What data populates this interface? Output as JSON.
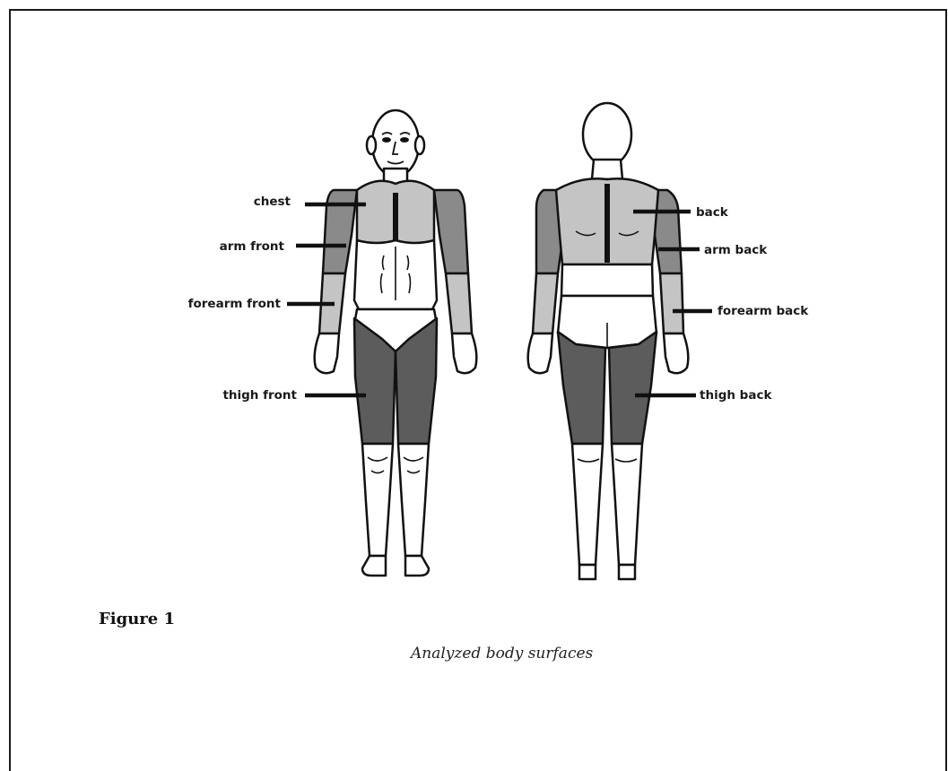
{
  "figure": {
    "label": "Figure 1",
    "caption": "Analyzed body surfaces"
  },
  "front_labels": {
    "chest": "chest",
    "arm": "arm front",
    "forearm": "forearm front",
    "thigh": "thigh front"
  },
  "back_labels": {
    "back": "back",
    "arm": "arm back",
    "forearm": "forearm back",
    "thigh": "thigh back"
  },
  "colors": {
    "light_region": "#c4c4c4",
    "medium_region": "#8a8a8a",
    "dark_region": "#5c5c5c",
    "outline": "#111111"
  }
}
